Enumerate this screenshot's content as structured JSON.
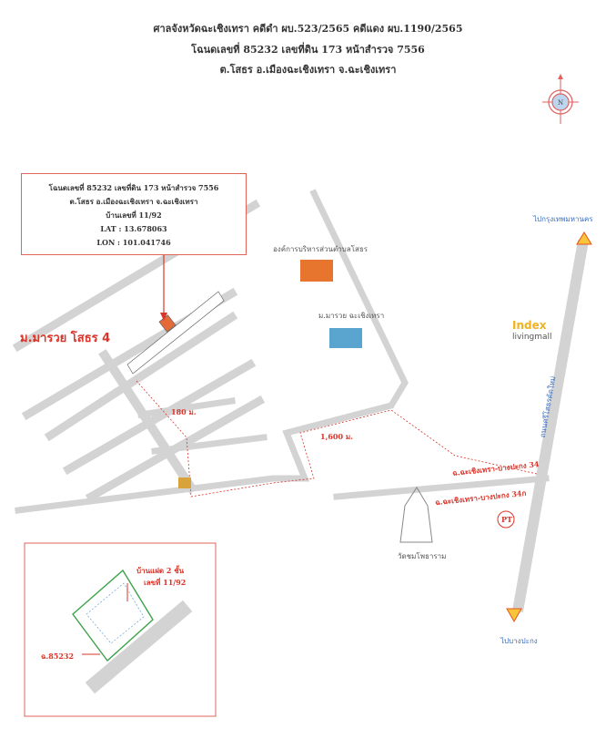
{
  "header": {
    "line1": "ศาลจังหวัดฉะเชิงเทรา คดีดำ ผบ.523/2565 คดีแดง ผบ.1190/2565",
    "line2": "โฉนดเลขที่ 85232 เลขที่ดิน 173 หน้าสำรวจ 7556",
    "line3": "ต.โสธร อ.เมืองฉะเชิงเทรา จ.ฉะเชิงเทรา"
  },
  "compass": {
    "label": "N"
  },
  "info_box": {
    "line1": "โฉนดเลขที่ 85232 เลขที่ดิน 173 หน้าสำรวจ 7556",
    "line2": "ต.โสธร อ.เมืองฉะเชิงเทรา จ.ฉะเชิงเทรา",
    "line3": "บ้านเลขที่ 11/92",
    "lat": "LAT : 13.678063",
    "lon": "LON : 101.041746"
  },
  "landmarks": {
    "village": "ม.มารวย โสธร 4",
    "subdistrict_office": "องค์การบริหารส่วนตำบลโสธร",
    "village2": "ม.มารวย ฉะเชิงเทรา",
    "index_brand": "Index",
    "index_sub": "livingmall",
    "temple": "วัดชมโพธาราม",
    "to_bangkok": "ไปกรุงเทพมหานคร",
    "to_bangpakong": "ไปบางปะกง",
    "highway": "ถนนศรีโสธรตัดใหม่",
    "road1": "ฉ.ฉะเชิงเทรา-บางปะกง 34",
    "road2": "ฉ.ฉะเชิงเทรา-บางปะกง 34ก",
    "dist1": "180 ม.",
    "dist2": "1,600 ม.",
    "pt_logo": "PT"
  },
  "detail": {
    "house_label": "บ้านแฝด 2 ชั้น",
    "house_no": "เลขที่ 11/92",
    "plot_label": "ฉ.85232"
  },
  "colors": {
    "red": "#d9352a",
    "blue": "#3b6fc0",
    "road": "#cfcfcf",
    "green": "#3da24a"
  }
}
